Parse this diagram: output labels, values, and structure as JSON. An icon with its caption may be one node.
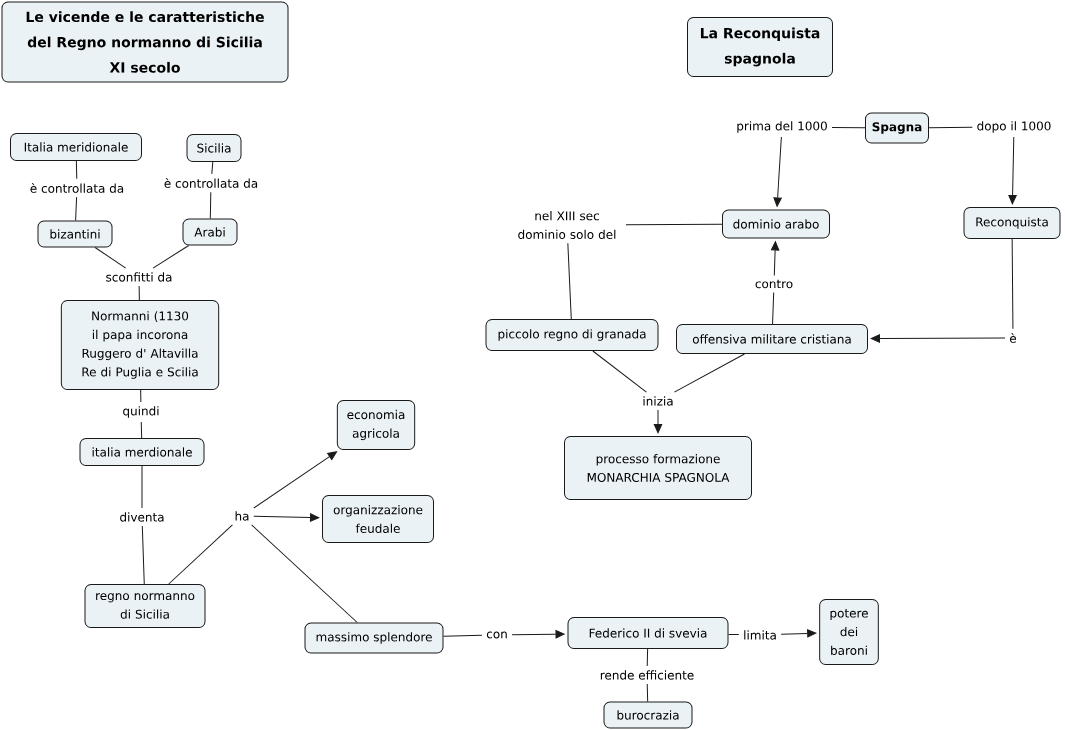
{
  "diagram": {
    "nodes": [
      {
        "text": [
          "Le vicende e le caratteristiche del Regno normanno di Sicilia XI secolo"
        ]
      },
      {
        "text": [
          "La Reconquista spagnola"
        ]
      },
      {
        "text": [
          "Italia meridionale"
        ]
      },
      {
        "text": [
          "Sicilia"
        ]
      },
      {
        "text": [
          "è controllata da"
        ]
      },
      {
        "text": [
          "è controllata da"
        ]
      },
      {
        "text": [
          "bizantini"
        ]
      },
      {
        "text": [
          "Arabi"
        ]
      },
      {
        "text": [
          "sconfitti da"
        ]
      },
      {
        "text": [
          "Normanni (1130 il papa incorona Ruggero d' Altavilla Re di Puglia e Scilia"
        ]
      },
      {
        "text": [
          "quindi"
        ]
      },
      {
        "text": [
          "italia merdionale"
        ]
      },
      {
        "text": [
          "diventa"
        ]
      },
      {
        "text": [
          "ha"
        ]
      },
      {
        "text": [
          "regno normanno di Sicilia"
        ]
      },
      {
        "text": [
          "economia agricola"
        ]
      },
      {
        "text": [
          "organizzazione feudale"
        ]
      },
      {
        "text": [
          "massimo splendore"
        ]
      },
      {
        "text": [
          "con"
        ]
      },
      {
        "text": [
          "Federico II di svevia"
        ]
      },
      {
        "text": [
          "limita"
        ]
      },
      {
        "text": [
          "potere dei baroni"
        ]
      },
      {
        "text": [
          "rende efficiente"
        ]
      },
      {
        "text": [
          "burocrazia"
        ]
      },
      {
        "text": [
          "Spagna"
        ]
      },
      {
        "text": [
          "prima del 1000"
        ]
      },
      {
        "text": [
          "dopo il 1000"
        ]
      },
      {
        "text": [
          "nel XIII sec dominio solo del"
        ]
      },
      {
        "text": [
          "dominio arabo"
        ]
      },
      {
        "text": [
          "Reconquista"
        ]
      },
      {
        "text": [
          "contro"
        ]
      },
      {
        "text": [
          "piccolo regno di granada"
        ]
      },
      {
        "text": [
          "offensiva militare cristiana"
        ]
      },
      {
        "text": [
          "è"
        ]
      },
      {
        "text": [
          "inizia"
        ]
      },
      {
        "text": [
          "processo formazione MONARCHIA SPAGNOLA"
        ]
      }
    ],
    "edges": [
      {
        "from": 2,
        "to": 4,
        "arrow": "none"
      },
      {
        "from": 4,
        "to": 6,
        "arrow": "none"
      },
      {
        "from": 3,
        "to": 5,
        "arrow": "none"
      },
      {
        "from": 5,
        "to": 7,
        "arrow": "none"
      },
      {
        "from": 6,
        "to": 8,
        "arrow": "none"
      },
      {
        "from": 7,
        "to": 8,
        "arrow": "none"
      },
      {
        "from": 8,
        "to": 9,
        "arrow": "none"
      },
      {
        "from": 9,
        "to": 10,
        "arrow": "none"
      },
      {
        "from": 10,
        "to": 11,
        "arrow": "none"
      },
      {
        "from": 11,
        "to": 12,
        "arrow": "none"
      },
      {
        "from": 12,
        "to": 14,
        "arrow": "none"
      },
      {
        "from": 14,
        "to": 13,
        "arrow": "none"
      },
      {
        "from": 13,
        "to": 15,
        "arrow": "to"
      },
      {
        "from": 13,
        "to": 16,
        "arrow": "to"
      },
      {
        "from": 13,
        "to": 17,
        "arrow": "none"
      },
      {
        "from": 17,
        "to": 18,
        "arrow": "none"
      },
      {
        "from": 18,
        "to": 19,
        "arrow": "to"
      },
      {
        "from": 19,
        "to": 20,
        "arrow": "none"
      },
      {
        "from": 20,
        "to": 21,
        "arrow": "to"
      },
      {
        "from": 19,
        "to": 22,
        "arrow": "none"
      },
      {
        "from": 22,
        "to": 23,
        "arrow": "none"
      },
      {
        "from": 24,
        "to": 25,
        "arrow": "none"
      },
      {
        "from": 25,
        "to": 28,
        "arrow": "to"
      },
      {
        "from": 24,
        "to": 26,
        "arrow": "none"
      },
      {
        "from": 26,
        "to": 29,
        "arrow": "to"
      },
      {
        "from": 28,
        "to": 27,
        "arrow": "none"
      },
      {
        "from": 27,
        "to": 31,
        "arrow": "none"
      },
      {
        "from": 29,
        "to": 33,
        "arrow": "none"
      },
      {
        "from": 33,
        "to": 32,
        "arrow": "to"
      },
      {
        "from": 32,
        "to": 30,
        "arrow": "none"
      },
      {
        "from": 30,
        "to": 28,
        "arrow": "to"
      },
      {
        "from": 31,
        "to": 34,
        "arrow": "none"
      },
      {
        "from": 32,
        "to": 34,
        "arrow": "none"
      },
      {
        "from": 34,
        "to": 35,
        "arrow": "to"
      }
    ]
  }
}
